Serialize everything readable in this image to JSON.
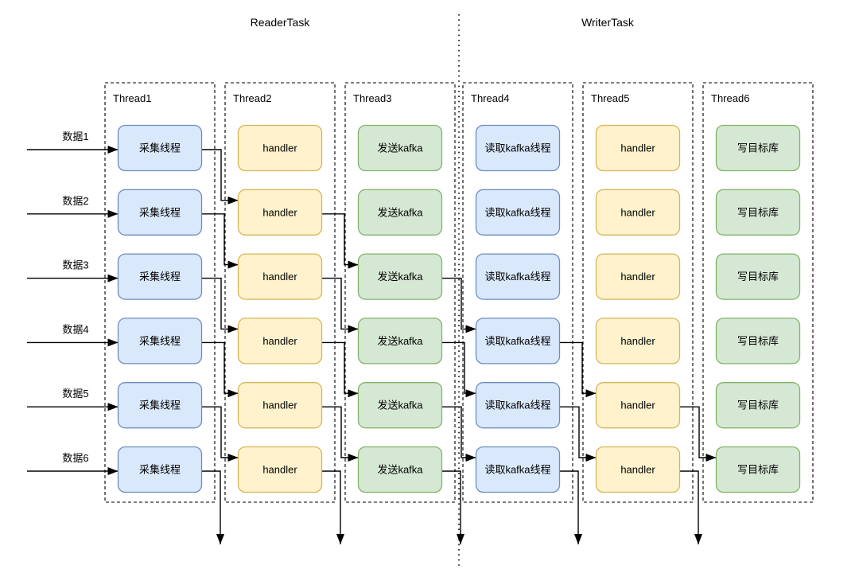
{
  "diagram": {
    "reader_section_label": "ReaderTask",
    "writer_section_label": "WriterTask",
    "input_labels": [
      "数据1",
      "数据2",
      "数据3",
      "数据4",
      "数据5",
      "数据6"
    ],
    "threads": [
      {
        "label": "Thread1",
        "box_label": "采集线程",
        "box_count": 6,
        "fill": "#dae8fc",
        "stroke": "#6c8ebf"
      },
      {
        "label": "Thread2",
        "box_label": "handler",
        "box_count": 6,
        "fill": "#fff2cc",
        "stroke": "#d6b656"
      },
      {
        "label": "Thread3",
        "box_label": "发送kafka",
        "box_count": 6,
        "fill": "#d5e8d4",
        "stroke": "#82b366"
      },
      {
        "label": "Thread4",
        "box_label": "读取kafka线程",
        "box_count": 6,
        "fill": "#dae8fc",
        "stroke": "#6c8ebf"
      },
      {
        "label": "Thread5",
        "box_label": "handler",
        "box_count": 6,
        "fill": "#fff2cc",
        "stroke": "#d6b656"
      },
      {
        "label": "Thread6",
        "box_label": "写目标库",
        "box_count": 6,
        "fill": "#d5e8d4",
        "stroke": "#82b366"
      }
    ],
    "connections": [
      {
        "from_thread": 1,
        "from_row": 1,
        "to_thread": 2,
        "to_row": 2
      },
      {
        "from_thread": 1,
        "from_row": 2,
        "to_thread": 2,
        "to_row": 3
      },
      {
        "from_thread": 1,
        "from_row": 3,
        "to_thread": 2,
        "to_row": 4
      },
      {
        "from_thread": 1,
        "from_row": 4,
        "to_thread": 2,
        "to_row": 5
      },
      {
        "from_thread": 1,
        "from_row": 5,
        "to_thread": 2,
        "to_row": 6
      },
      {
        "from_thread": 2,
        "from_row": 2,
        "to_thread": 3,
        "to_row": 3
      },
      {
        "from_thread": 2,
        "from_row": 3,
        "to_thread": 3,
        "to_row": 4
      },
      {
        "from_thread": 2,
        "from_row": 4,
        "to_thread": 3,
        "to_row": 5
      },
      {
        "from_thread": 2,
        "from_row": 5,
        "to_thread": 3,
        "to_row": 6
      },
      {
        "from_thread": 3,
        "from_row": 3,
        "to_thread": 4,
        "to_row": 4
      },
      {
        "from_thread": 3,
        "from_row": 4,
        "to_thread": 4,
        "to_row": 5
      },
      {
        "from_thread": 3,
        "from_row": 5,
        "to_thread": 4,
        "to_row": 6
      },
      {
        "from_thread": 4,
        "from_row": 4,
        "to_thread": 5,
        "to_row": 5
      },
      {
        "from_thread": 4,
        "from_row": 5,
        "to_thread": 5,
        "to_row": 6
      },
      {
        "from_thread": 5,
        "from_row": 5,
        "to_thread": 6,
        "to_row": 6
      }
    ],
    "downward_exit_arrows": [
      {
        "thread": 1,
        "row": 6
      },
      {
        "thread": 2,
        "row": 6
      },
      {
        "thread": 3,
        "row": 6
      },
      {
        "thread": 4,
        "row": 6
      },
      {
        "thread": 5,
        "row": 6
      }
    ],
    "colors": {
      "line": "#000000",
      "background": "#ffffff",
      "blue_fill": "#dae8fc",
      "blue_stroke": "#6c8ebf",
      "yellow_fill": "#fff2cc",
      "yellow_stroke": "#d6b656",
      "green_fill": "#d5e8d4",
      "green_stroke": "#82b366"
    }
  }
}
